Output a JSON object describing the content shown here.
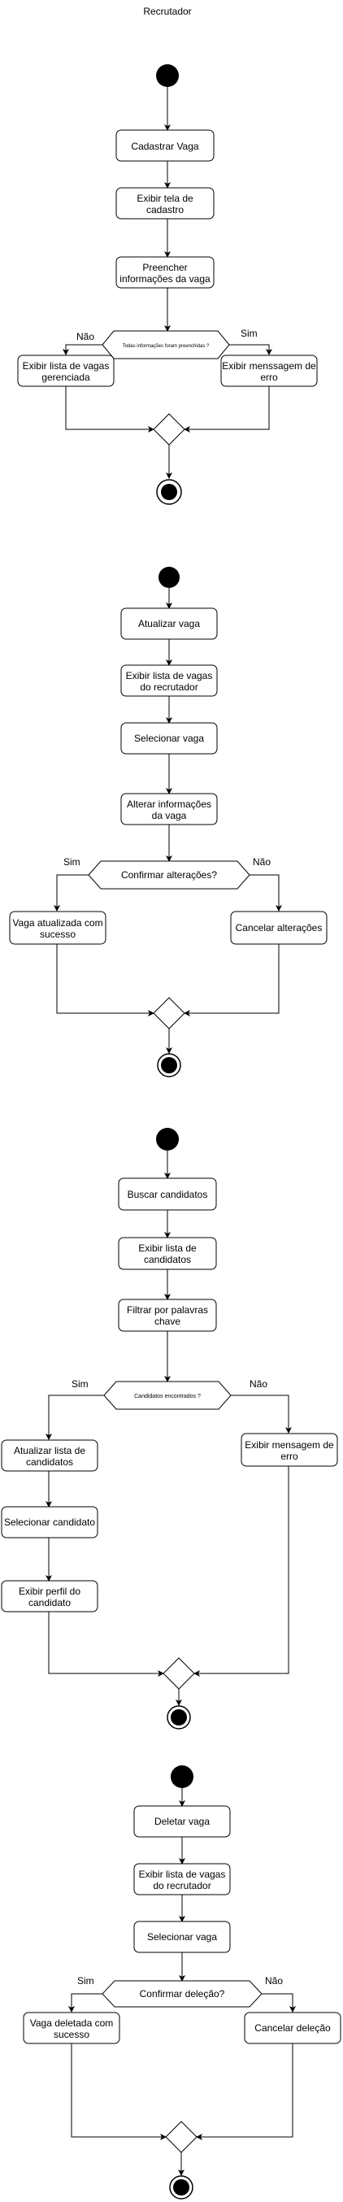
{
  "title": "Recrutador",
  "colors": {
    "stroke": "#000000",
    "fill": "#ffffff",
    "node": "#000000"
  },
  "flows": [
    {
      "actions": [
        [
          "Cadastrar Vaga"
        ],
        [
          "Exibir tela de",
          "cadastro"
        ],
        [
          "Preencher",
          "informações da vaga"
        ]
      ],
      "decision": "Todas informações foram preenchidas ?",
      "yes_label": "Sim",
      "no_label": "Não",
      "no_branch": [
        [
          "Exibir lista de vagas",
          "gerenciada"
        ]
      ],
      "yes_branch": [
        [
          "Exibir menssagem de",
          "erro"
        ]
      ]
    },
    {
      "actions": [
        [
          "Atualizar vaga"
        ],
        [
          "Exibir lista de vagas",
          "do recrutador"
        ],
        [
          "Selecionar vaga"
        ],
        [
          "Alterar informações",
          "da vaga"
        ]
      ],
      "decision": "Confirmar alterações?",
      "yes_label": "Sim",
      "no_label": "Não",
      "yes_branch": [
        [
          "Vaga atualizada com",
          "sucesso"
        ]
      ],
      "no_branch": [
        [
          "Cancelar alterações"
        ]
      ]
    },
    {
      "actions": [
        [
          "Buscar candidatos"
        ],
        [
          "Exibir lista de",
          "candidatos"
        ],
        [
          "Filtrar por palavras",
          "chave"
        ]
      ],
      "decision": "Candidatos encontrados ?",
      "yes_label": "Sim",
      "no_label": "Não",
      "yes_branch": [
        [
          "Atualizar lista de",
          "candidatos"
        ],
        [
          "Selecionar candidato"
        ],
        [
          "Exibir perfil do",
          "candidato"
        ]
      ],
      "no_branch": [
        [
          "Exibir mensagem de",
          "erro"
        ]
      ]
    },
    {
      "actions": [
        [
          "Deletar vaga"
        ],
        [
          "Exibir lista de vagas",
          "do recrutador"
        ],
        [
          "Selecionar vaga"
        ]
      ],
      "decision": "Confirmar deleção?",
      "yes_label": "Sim",
      "no_label": "Não",
      "yes_branch": [
        [
          "Vaga deletada com",
          "sucesso"
        ]
      ],
      "no_branch": [
        [
          "Cancelar deleção"
        ]
      ]
    }
  ]
}
